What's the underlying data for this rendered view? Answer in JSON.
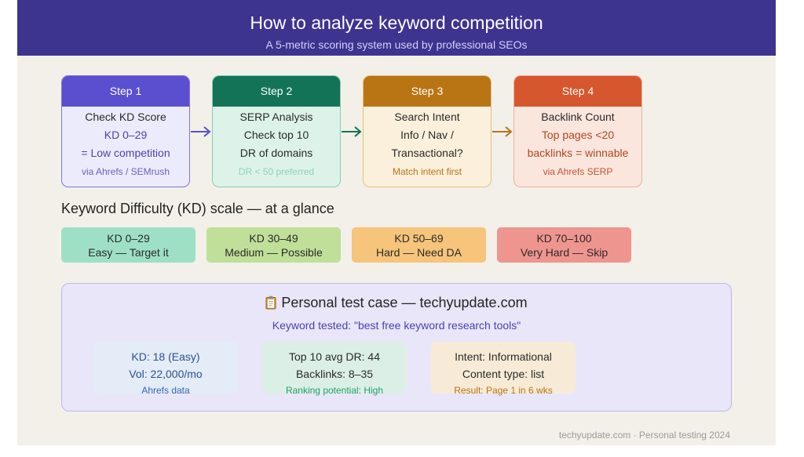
{
  "header": {
    "title": "How to analyze keyword competition",
    "subtitle": "A 5-metric scoring system used by professional SEOs"
  },
  "steps": [
    {
      "label": "Step 1",
      "lines": [
        "Check KD Score",
        "KD 0–29",
        "= Low competition",
        "via Ahrefs / SEMrush"
      ],
      "color": "#5a4fcf"
    },
    {
      "label": "Step 2",
      "lines": [
        "SERP Analysis",
        "Check top 10",
        "DR of domains",
        "DR < 50 preferred"
      ],
      "color": "#137356"
    },
    {
      "label": "Step 3",
      "lines": [
        "Search Intent",
        "Info / Nav /",
        "Transactional?",
        "Match intent first"
      ],
      "color": "#b97414"
    },
    {
      "label": "Step 4",
      "lines": [
        "Backlink Count",
        "Top pages <20",
        "backlinks = winnable",
        "via Ahrefs SERP"
      ],
      "color": "#d6562e"
    }
  ],
  "kd_scale": {
    "title": "Keyword Difficulty (KD) scale — at a glance",
    "items": [
      {
        "range": "KD 0–29",
        "desc": "Easy — Target it",
        "color": "#9ee0c6"
      },
      {
        "range": "KD 30–49",
        "desc": "Medium — Possible",
        "color": "#c0df98"
      },
      {
        "range": "KD 50–69",
        "desc": "Hard — Need DA",
        "color": "#f6c47a"
      },
      {
        "range": "KD 70–100",
        "desc": "Very Hard — Skip",
        "color": "#ef9590"
      }
    ]
  },
  "test_case": {
    "icon": "clipboard-icon",
    "title": "Personal test case — techyupdate.com",
    "keyword": "Keyword tested: \"best free keyword research tools\"",
    "cards": [
      {
        "line1": "KD: 18 (Easy)",
        "line2": "Vol: 22,000/mo",
        "line3": "Ahrefs data"
      },
      {
        "line1": "Top 10 avg DR: 44",
        "line2": "Backlinks: 8–35",
        "line3": "Ranking potential: High"
      },
      {
        "line1": "Intent: Informational",
        "line2": "Content type: list",
        "line3": "Result: Page 1 in 6 wks"
      }
    ]
  },
  "footer": "techyupdate.com · Personal testing 2024"
}
